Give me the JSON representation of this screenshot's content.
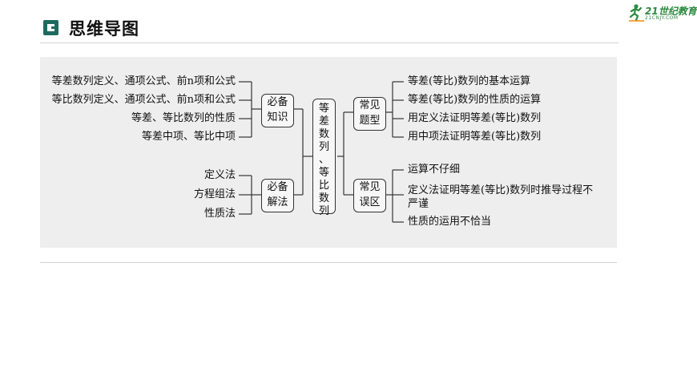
{
  "header": {
    "title": "思维导图",
    "logo_text": "21世纪教育",
    "logo_sub": "21CNJY.COM"
  },
  "center": {
    "chars": [
      "等",
      "差",
      "数",
      "列",
      "、",
      "等",
      "比",
      "数",
      "列"
    ]
  },
  "left": {
    "knowledge": {
      "label_line1": "必备",
      "label_line2": "知识",
      "items": [
        "等差数列定义、通项公式、前n项和公式",
        "等比数列定义、通项公式、前n项和公式",
        "等差、等比数列的性质",
        "等差中项、等比中项"
      ]
    },
    "methods": {
      "label_line1": "必备",
      "label_line2": "解法",
      "items": [
        "定义法",
        "方程组法",
        "性质法"
      ]
    }
  },
  "right": {
    "types": {
      "label_line1": "常见",
      "label_line2": "题型",
      "items": [
        "等差(等比)数列的基本运算",
        "等差(等比)数列的性质的运算",
        "用定义法证明等差(等比)数列",
        "用中项法证明等差(等比)数列"
      ]
    },
    "mistakes": {
      "label_line1": "常见",
      "label_line2": "误区",
      "items": [
        "运算不仔细",
        "定义法证明等差(等比)数列时推导过程不",
        "严谨",
        "性质的运用不恰当"
      ]
    }
  },
  "colors": {
    "accent": "#1e6b5e",
    "panel": "#eeeeee",
    "logo": "#2b8a3e"
  },
  "icons": {
    "header": "section-square-icon",
    "logo": "runner-logo-icon"
  }
}
